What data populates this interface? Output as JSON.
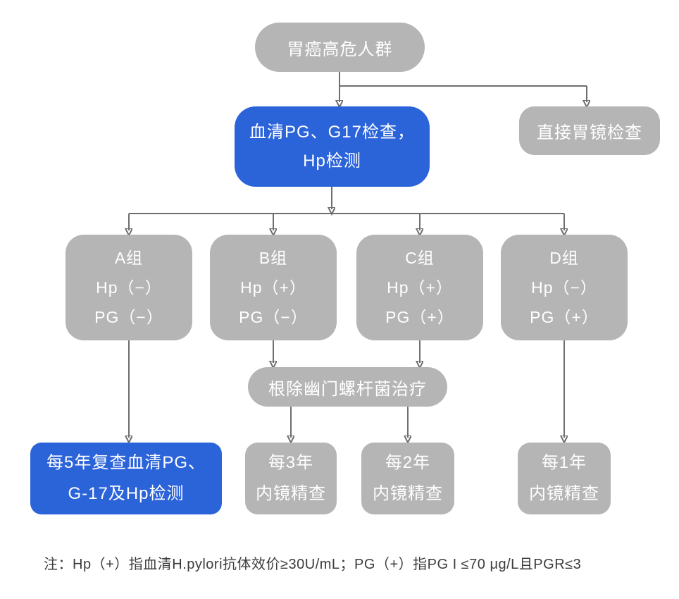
{
  "colors": {
    "background": "#ffffff",
    "node_gray": "#b5b5b5",
    "node_blue": "#2b63d9",
    "connector": "#6e6e6e",
    "node_text": "#ffffff",
    "note_text": "#3c3c3c"
  },
  "flowchart": {
    "nodes": {
      "high_risk": {
        "lines": [
          "胃癌高危人群"
        ]
      },
      "serum_test": {
        "lines": [
          "血清PG、G17检查，",
          "Hp检测"
        ]
      },
      "direct_gastroscopy": {
        "lines": [
          "直接胃镜检查"
        ]
      },
      "group_a": {
        "lines": [
          "A组",
          "Hp（−）",
          "PG（−）"
        ]
      },
      "group_b": {
        "lines": [
          "B组",
          "Hp（+）",
          "PG（−）"
        ]
      },
      "group_c": {
        "lines": [
          "C组",
          "Hp（+）",
          "PG（+）"
        ]
      },
      "group_d": {
        "lines": [
          "D组",
          "Hp（−）",
          "PG（+）"
        ]
      },
      "eradication": {
        "lines": [
          "根除幽门螺杆菌治疗"
        ]
      },
      "recheck_5y": {
        "lines": [
          "每5年复查血清PG、",
          "G-17及Hp检测"
        ]
      },
      "endo_3y": {
        "lines": [
          "每3年",
          "内镜精查"
        ]
      },
      "endo_2y": {
        "lines": [
          "每2年",
          "内镜精查"
        ]
      },
      "endo_1y": {
        "lines": [
          "每1年",
          "内镜精查"
        ]
      }
    },
    "edges": [
      {
        "from": "high_risk",
        "to": "serum_test"
      },
      {
        "from": "high_risk",
        "to": "direct_gastroscopy"
      },
      {
        "from": "serum_test",
        "to": "group_a"
      },
      {
        "from": "serum_test",
        "to": "group_b"
      },
      {
        "from": "serum_test",
        "to": "group_c"
      },
      {
        "from": "serum_test",
        "to": "group_d"
      },
      {
        "from": "group_a",
        "to": "recheck_5y"
      },
      {
        "from": "group_b",
        "to": "eradication"
      },
      {
        "from": "group_c",
        "to": "eradication"
      },
      {
        "from": "eradication",
        "to": "endo_3y"
      },
      {
        "from": "eradication",
        "to": "endo_2y"
      },
      {
        "from": "group_d",
        "to": "endo_1y"
      }
    ],
    "note": "注：Hp（+）指血清H.pylori抗体效价≥30U/mL；PG（+）指PG I ≤70 μg/L且PGR≤3"
  }
}
